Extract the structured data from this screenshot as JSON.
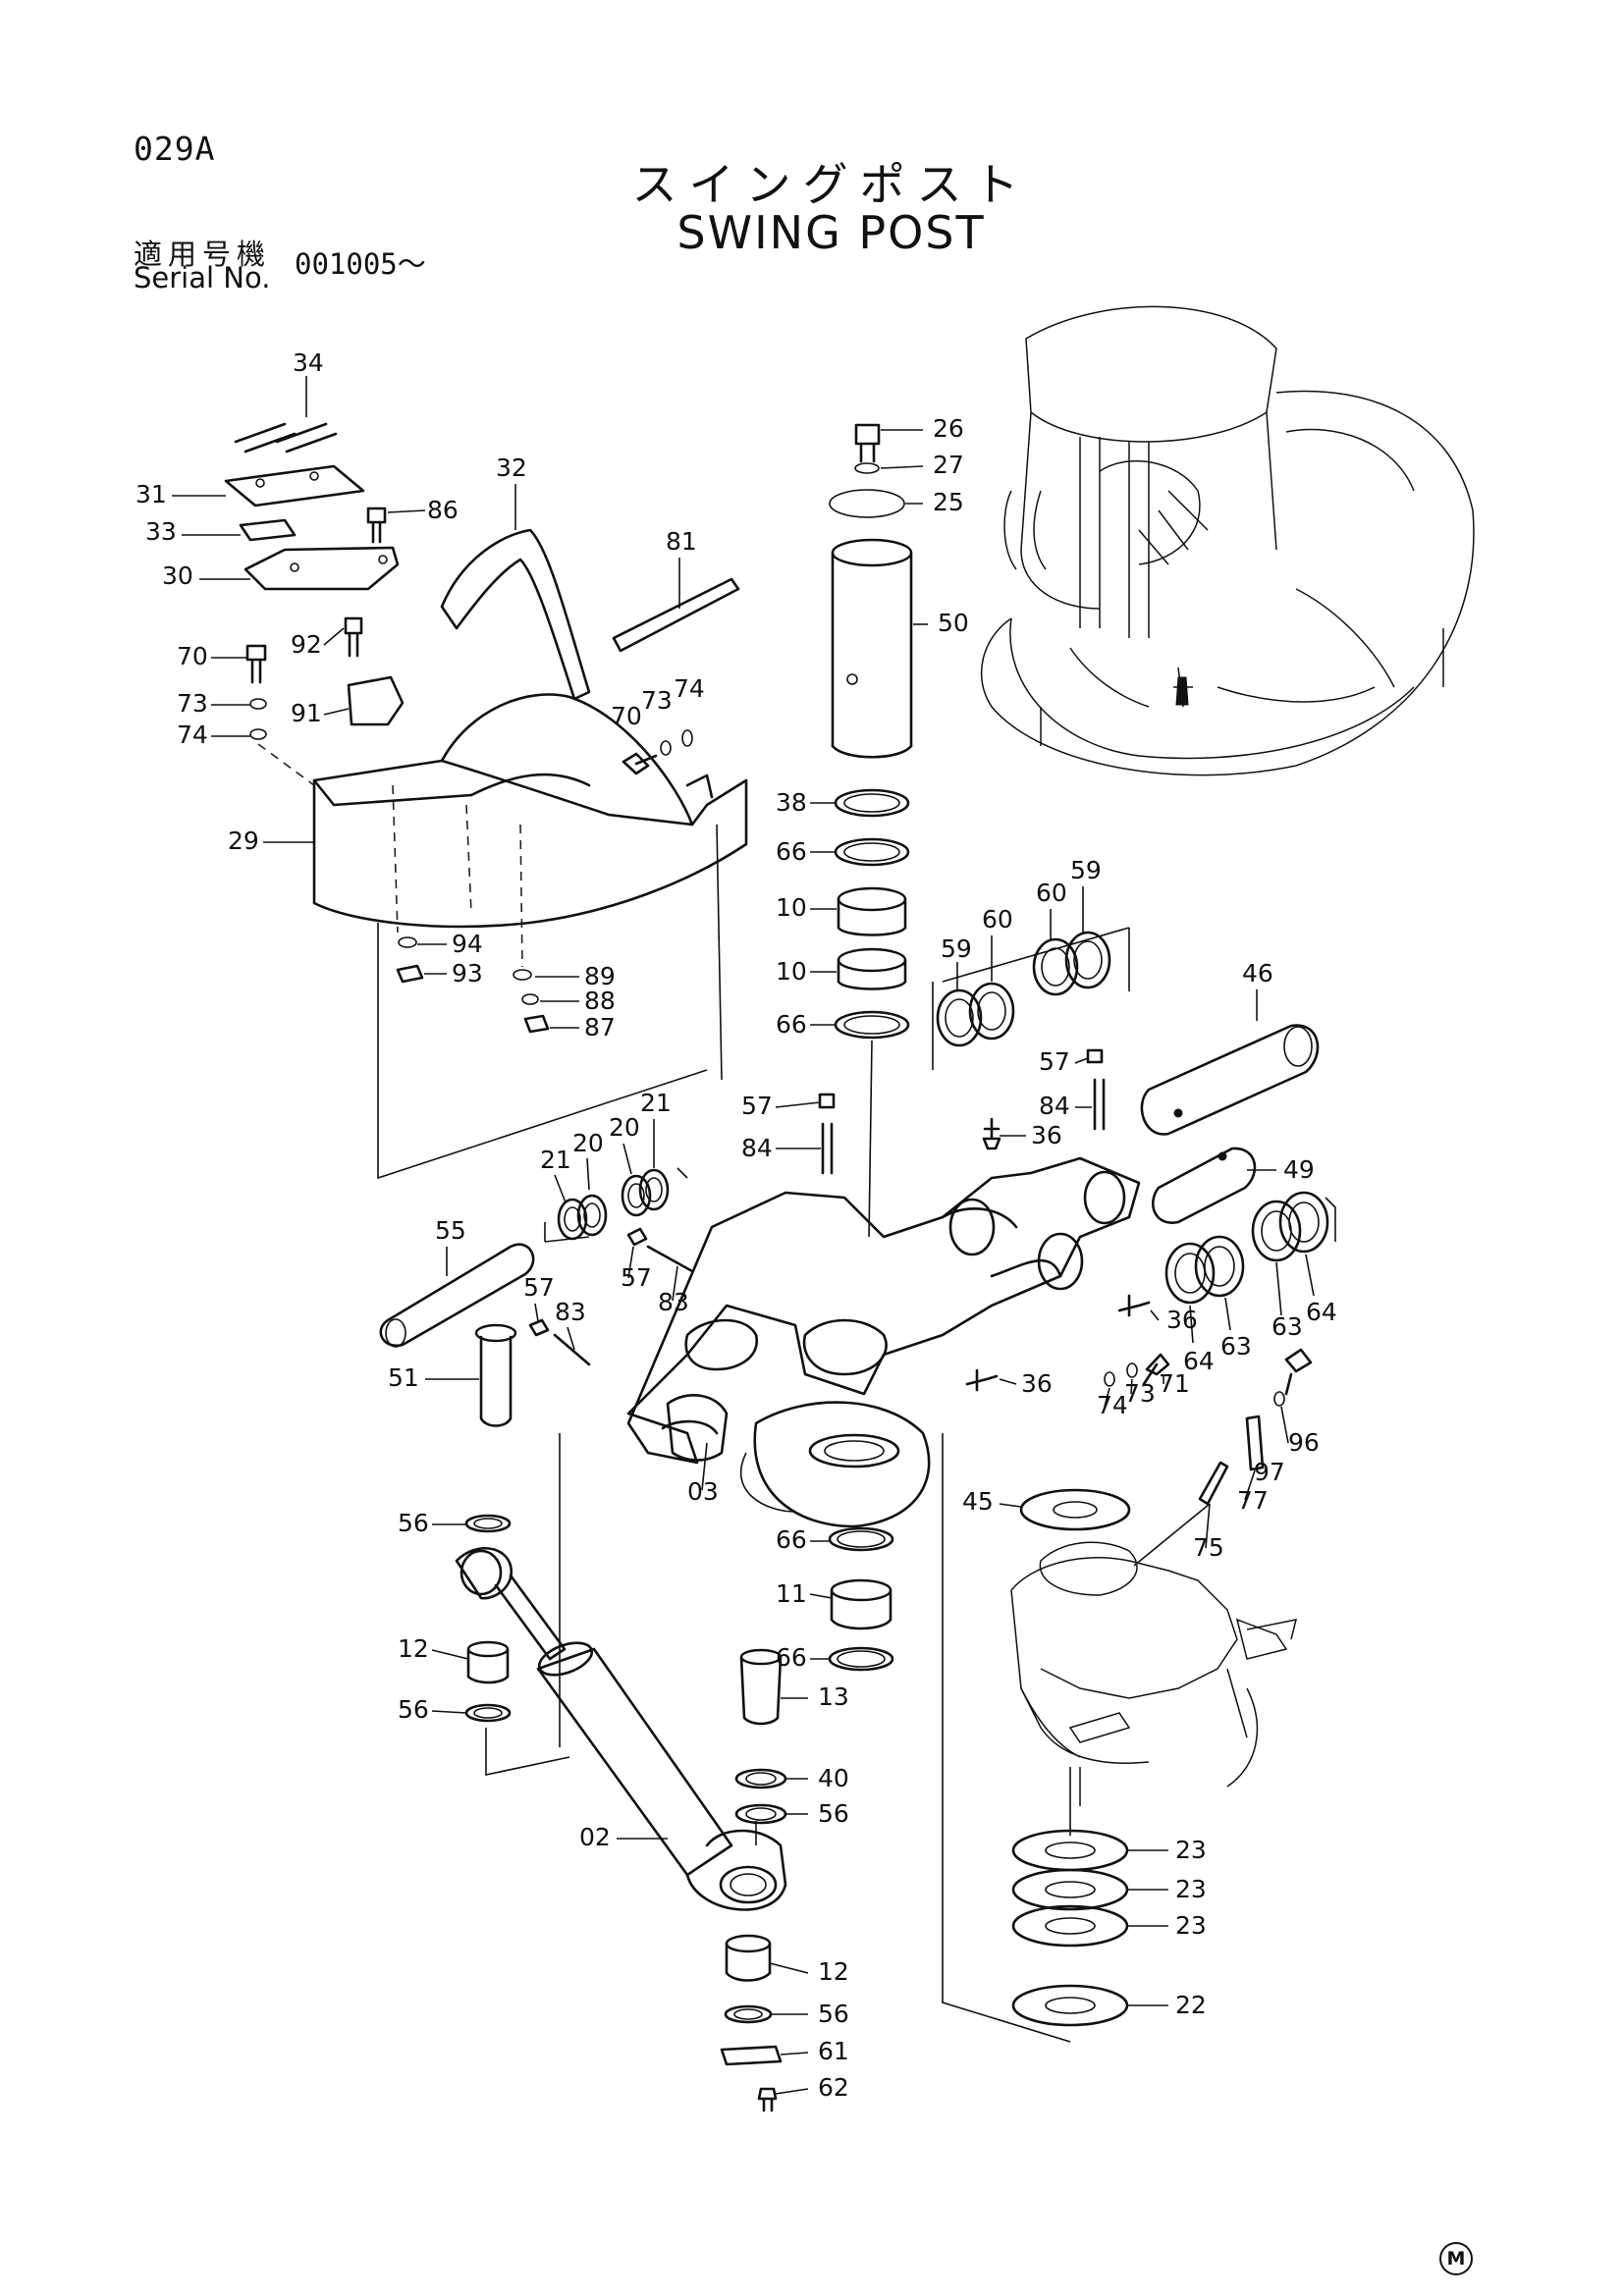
{
  "header": {
    "page_code": "029A",
    "title_ja": "スイングポスト",
    "title_en": "SWING POST",
    "serial_label_ja": "適用号機",
    "serial_label_en": "Serial No.",
    "serial_value": "001005～"
  },
  "footer": {
    "mark": "M"
  },
  "callouts": [
    {
      "id": "c34",
      "n": "34"
    },
    {
      "id": "c31",
      "n": "31"
    },
    {
      "id": "c33",
      "n": "33"
    },
    {
      "id": "c30",
      "n": "30"
    },
    {
      "id": "c86",
      "n": "86"
    },
    {
      "id": "c32",
      "n": "32"
    },
    {
      "id": "c81",
      "n": "81"
    },
    {
      "id": "c92",
      "n": "92"
    },
    {
      "id": "c70a",
      "n": "70"
    },
    {
      "id": "c73a",
      "n": "73"
    },
    {
      "id": "c74a",
      "n": "74"
    },
    {
      "id": "c91",
      "n": "91"
    },
    {
      "id": "c70b",
      "n": "70"
    },
    {
      "id": "c73b",
      "n": "73"
    },
    {
      "id": "c74b",
      "n": "74"
    },
    {
      "id": "c29",
      "n": "29"
    },
    {
      "id": "c94",
      "n": "94"
    },
    {
      "id": "c93",
      "n": "93"
    },
    {
      "id": "c89",
      "n": "89"
    },
    {
      "id": "c88",
      "n": "88"
    },
    {
      "id": "c87",
      "n": "87"
    },
    {
      "id": "c26",
      "n": "26"
    },
    {
      "id": "c27",
      "n": "27"
    },
    {
      "id": "c25",
      "n": "25"
    },
    {
      "id": "c50",
      "n": "50"
    },
    {
      "id": "c38",
      "n": "38"
    },
    {
      "id": "c66a",
      "n": "66"
    },
    {
      "id": "c10a",
      "n": "10"
    },
    {
      "id": "c10b",
      "n": "10"
    },
    {
      "id": "c66b",
      "n": "66"
    },
    {
      "id": "c59a",
      "n": "59"
    },
    {
      "id": "c60a",
      "n": "60"
    },
    {
      "id": "c60b",
      "n": "60"
    },
    {
      "id": "c59b",
      "n": "59"
    },
    {
      "id": "c46",
      "n": "46"
    },
    {
      "id": "c57a",
      "n": "57"
    },
    {
      "id": "c84a",
      "n": "84"
    },
    {
      "id": "c36a",
      "n": "36"
    },
    {
      "id": "c57b",
      "n": "57"
    },
    {
      "id": "c84b",
      "n": "84"
    },
    {
      "id": "c49",
      "n": "49"
    },
    {
      "id": "c21a",
      "n": "21"
    },
    {
      "id": "c20a",
      "n": "20"
    },
    {
      "id": "c20b",
      "n": "20"
    },
    {
      "id": "c21b",
      "n": "21"
    },
    {
      "id": "c55",
      "n": "55"
    },
    {
      "id": "c57c",
      "n": "57"
    },
    {
      "id": "c83a",
      "n": "83"
    },
    {
      "id": "c57d",
      "n": "57"
    },
    {
      "id": "c83b",
      "n": "83"
    },
    {
      "id": "c51",
      "n": "51"
    },
    {
      "id": "c36b",
      "n": "36"
    },
    {
      "id": "c64a",
      "n": "64"
    },
    {
      "id": "c63a",
      "n": "63"
    },
    {
      "id": "c63b",
      "n": "63"
    },
    {
      "id": "c64b",
      "n": "64"
    },
    {
      "id": "c36c",
      "n": "36"
    },
    {
      "id": "c74c",
      "n": "74"
    },
    {
      "id": "c73c",
      "n": "73"
    },
    {
      "id": "c71",
      "n": "71"
    },
    {
      "id": "c96",
      "n": "96"
    },
    {
      "id": "c97",
      "n": "97"
    },
    {
      "id": "c77",
      "n": "77"
    },
    {
      "id": "c75",
      "n": "75"
    },
    {
      "id": "c03",
      "n": "03"
    },
    {
      "id": "c45",
      "n": "45"
    },
    {
      "id": "c56a",
      "n": "56"
    },
    {
      "id": "c66c",
      "n": "66"
    },
    {
      "id": "c11",
      "n": "11"
    },
    {
      "id": "c12a",
      "n": "12"
    },
    {
      "id": "c66d",
      "n": "66"
    },
    {
      "id": "c56b",
      "n": "56"
    },
    {
      "id": "c13",
      "n": "13"
    },
    {
      "id": "c40",
      "n": "40"
    },
    {
      "id": "c56c",
      "n": "56"
    },
    {
      "id": "c02",
      "n": "02"
    },
    {
      "id": "c23a",
      "n": "23"
    },
    {
      "id": "c23b",
      "n": "23"
    },
    {
      "id": "c23c",
      "n": "23"
    },
    {
      "id": "c12b",
      "n": "12"
    },
    {
      "id": "c22",
      "n": "22"
    },
    {
      "id": "c56d",
      "n": "56"
    },
    {
      "id": "c61",
      "n": "61"
    },
    {
      "id": "c62",
      "n": "62"
    }
  ]
}
